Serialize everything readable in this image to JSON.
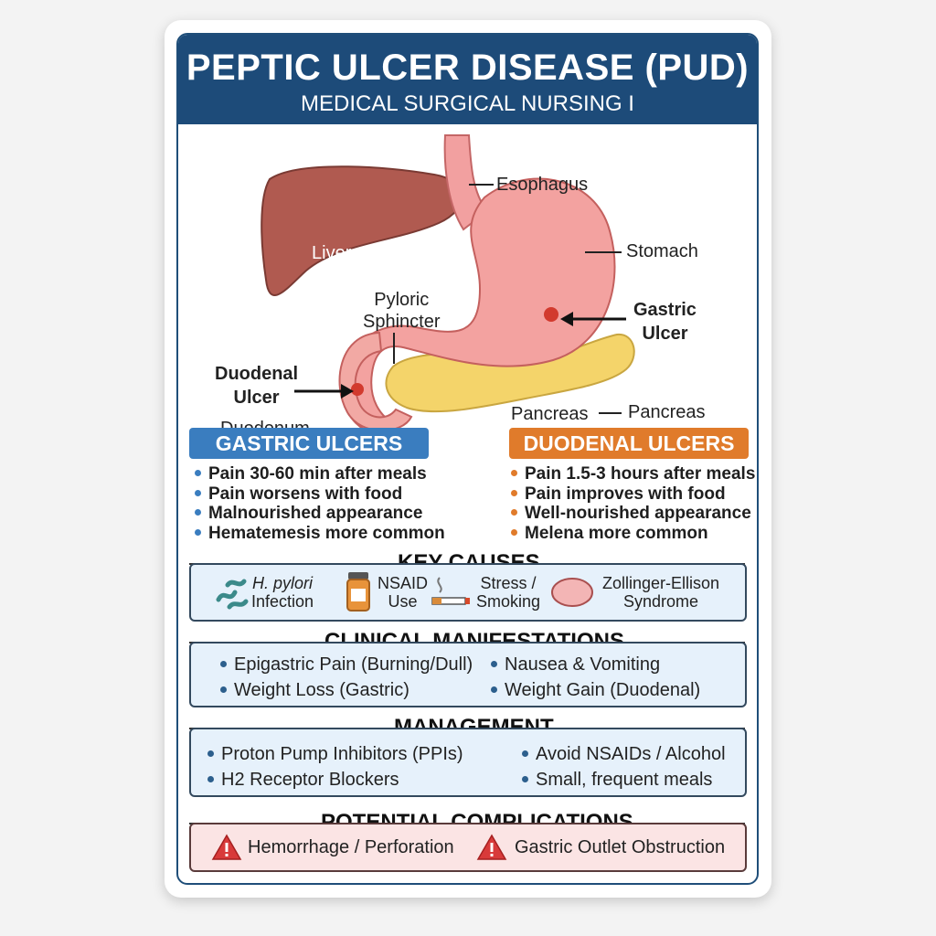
{
  "header": {
    "title": "PEPTIC ULCER DISEASE (PUD)",
    "subtitle": "MEDICAL SURGICAL NURSING I"
  },
  "diagram": {
    "labels": {
      "esophagus": "Esophagus",
      "stomach": "Stomach",
      "liver": "Liver",
      "pyloric": "Pyloric\nSphincter",
      "gastric_ulcer": "Gastric\nUlcer",
      "duodenal_ulcer": "Duodenal\nUlcer",
      "duodenum": "Duodenum",
      "pancreas_inner": "Pancreas",
      "pancreas_outer": "Pancreas"
    }
  },
  "gastric": {
    "title": "GASTRIC ULCERS",
    "color": "#3a7dbf",
    "items": [
      "Pain 30-60 min after meals",
      "Pain worsens with food",
      "Malnourished appearance",
      "Hematemesis more common"
    ]
  },
  "duodenal": {
    "title": "DUODENAL ULCERS",
    "color": "#e07b2b",
    "items": [
      "Pain 1.5-3 hours after meals",
      "Pain improves with food",
      "Well-nourished appearance",
      "Melena more common"
    ]
  },
  "causes": {
    "title": "KEY CAUSES",
    "items": [
      {
        "line1": "H. pylori",
        "line2": "Infection",
        "icon": "bacteria-icon"
      },
      {
        "line1": "NSAID",
        "line2": "Use",
        "icon": "pill-bottle-icon"
      },
      {
        "line1": "Stress /",
        "line2": "Smoking",
        "icon": "cigarette-icon"
      },
      {
        "line1": "Zollinger-Ellison",
        "line2": "Syndrome",
        "icon": "tumor-icon"
      }
    ]
  },
  "manifestations": {
    "title": "CLINICAL MANIFESTATIONS",
    "items": [
      "Epigastric Pain (Burning/Dull)",
      "Nausea & Vomiting",
      "Weight Loss (Gastric)",
      "Weight Gain (Duodenal)"
    ]
  },
  "management": {
    "title": "MANAGEMENT",
    "items": [
      "Proton Pump Inhibitors (PPIs)",
      "Avoid NSAIDs / Alcohol",
      "H2 Receptor Blockers",
      "Small, frequent meals"
    ]
  },
  "complications": {
    "title": "POTENTIAL COMPLICATIONS",
    "items": [
      "Hemorrhage / Perforation",
      "Gastric Outlet Obstruction"
    ]
  }
}
